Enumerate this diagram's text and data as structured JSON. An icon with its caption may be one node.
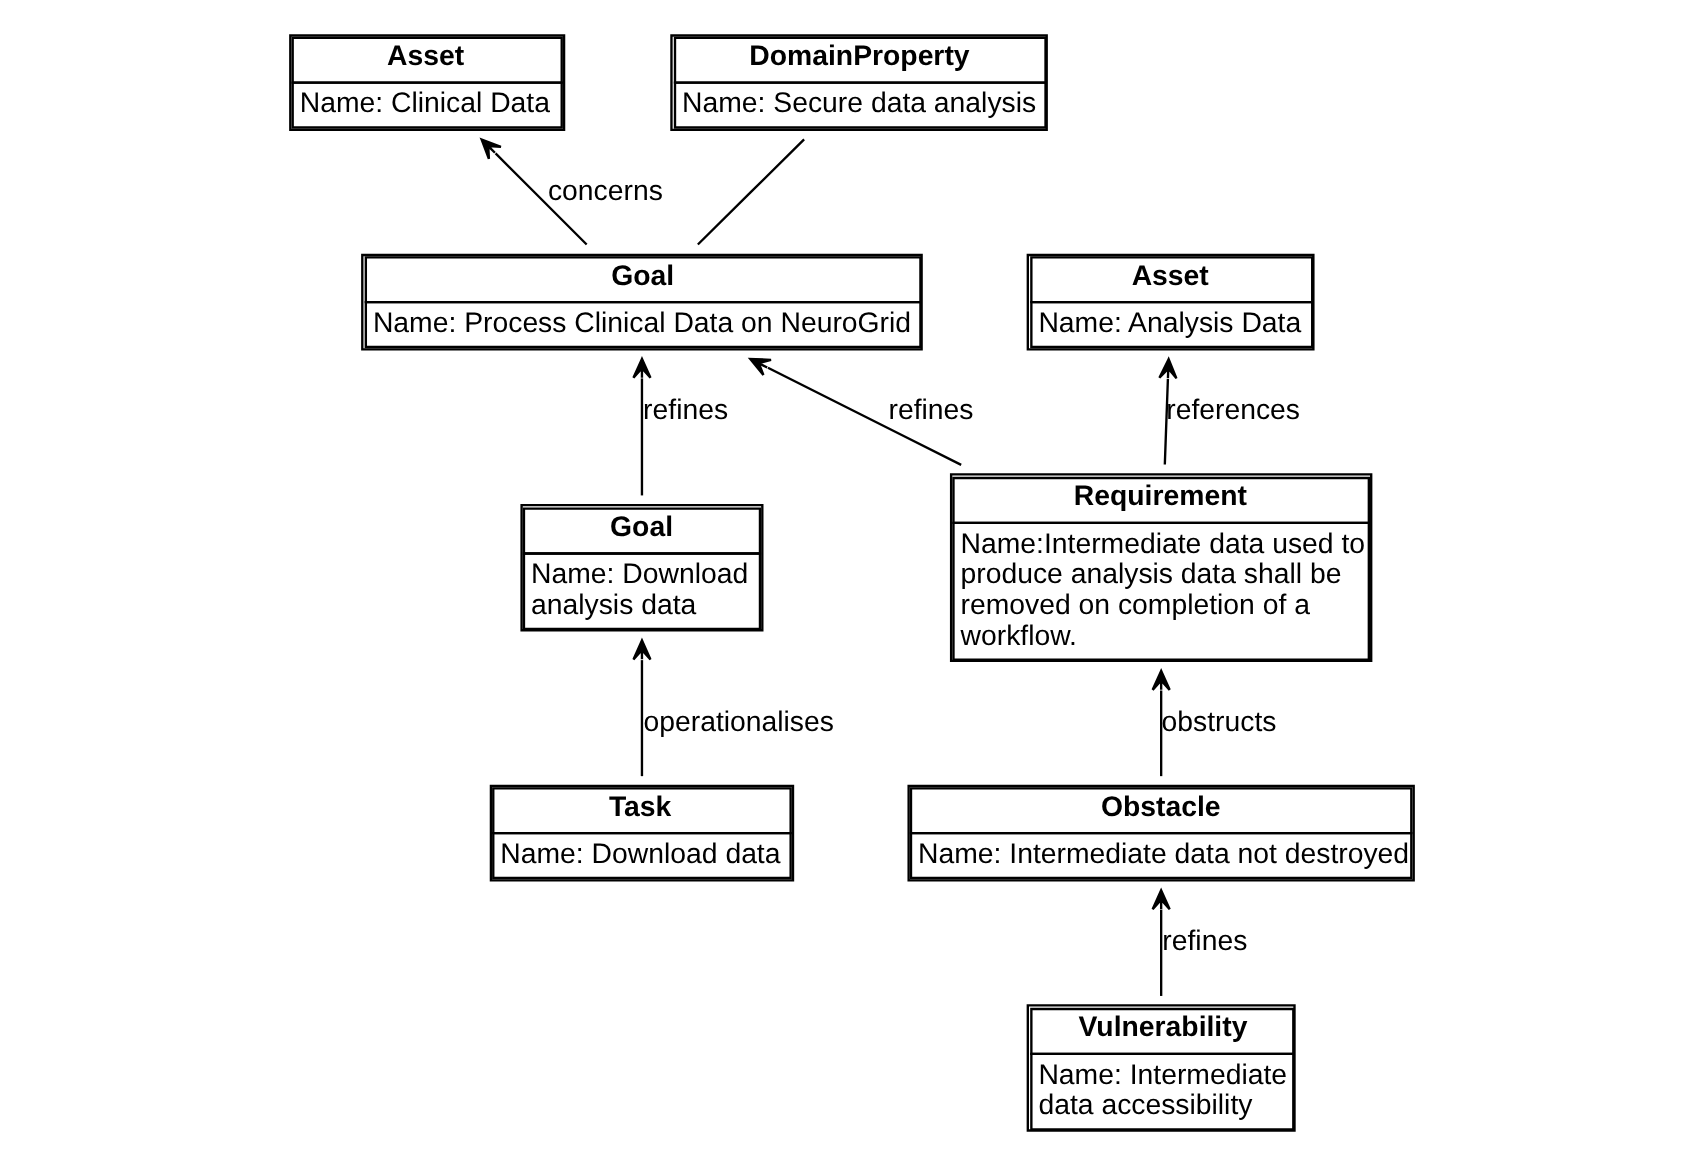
{
  "diagram": {
    "nodes": [
      {
        "text": [
          "Asset",
          "Name: Clinical Data"
        ]
      },
      {
        "text": [
          "DomainProperty",
          "Name: Secure data analysis"
        ]
      },
      {
        "text": [
          "Asset",
          "Name: Analysis Data"
        ]
      },
      {
        "text": [
          "Goal",
          "Name: Process Clinical Data on NeuroGrid"
        ]
      },
      {
        "text": [
          "Goal",
          "Name: Download analysis data"
        ]
      },
      {
        "text": [
          "Requirement",
          "Name:Intermediate data used to produce analysis data shall be removed on completion of a workflow."
        ]
      },
      {
        "text": [
          "Task",
          "Name: Download data"
        ]
      },
      {
        "text": [
          "Obstacle",
          "Name: Intermediate data not destroyed"
        ]
      },
      {
        "text": [
          "Vulnerability",
          "Name: Intermediate data accessibility"
        ]
      }
    ],
    "edges": [
      {
        "from": 3,
        "to": 0,
        "arrow": "to",
        "label": "concerns"
      },
      {
        "from": 1,
        "to": 3,
        "arrow": "none"
      },
      {
        "from": 5,
        "to": 2,
        "arrow": "to",
        "label": "references"
      },
      {
        "from": 4,
        "to": 3,
        "arrow": "to",
        "label": "refines"
      },
      {
        "from": 5,
        "to": 3,
        "arrow": "to",
        "label": "refines"
      },
      {
        "from": 6,
        "to": 4,
        "arrow": "to",
        "label": "operationalises"
      },
      {
        "from": 7,
        "to": 5,
        "arrow": "to",
        "label": "obstructs"
      },
      {
        "from": 8,
        "to": 7,
        "arrow": "to",
        "label": "refines"
      }
    ]
  }
}
